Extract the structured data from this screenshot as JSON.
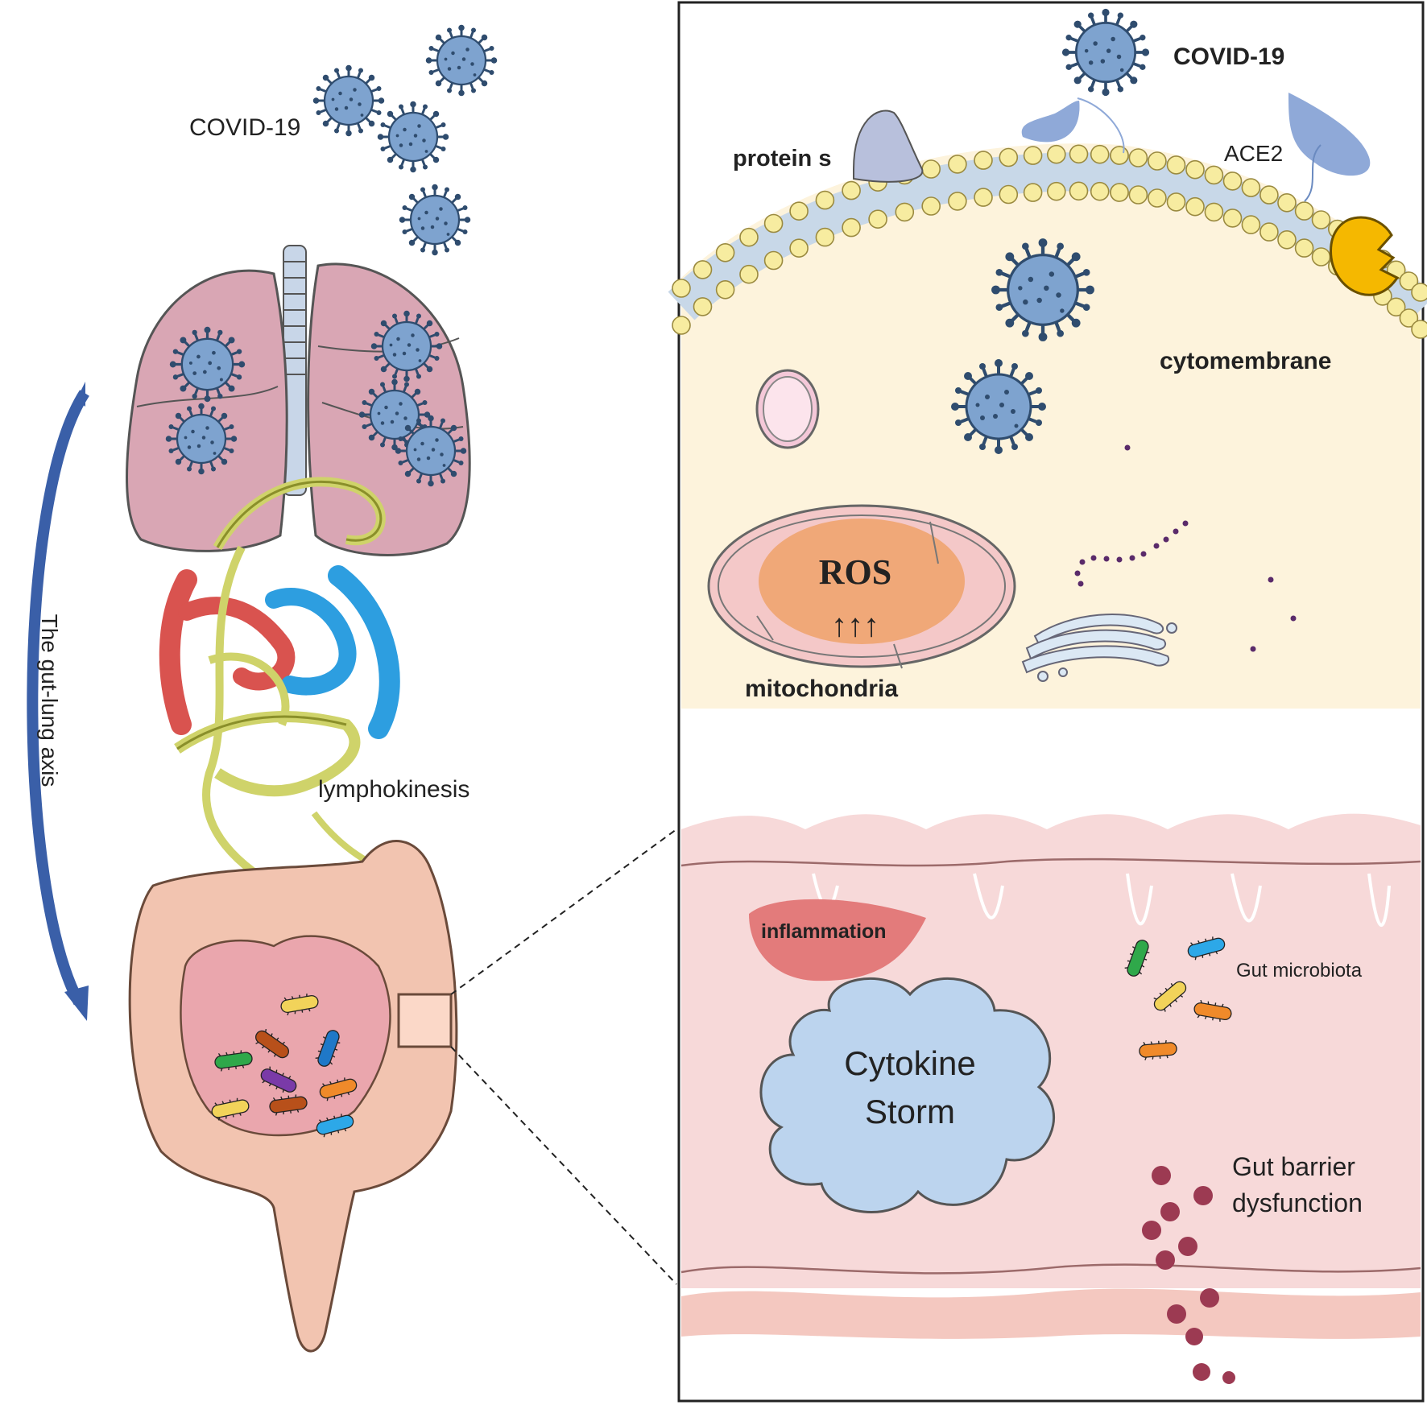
{
  "labels": {
    "covid_left": "COVID-19",
    "lymphokinesis": "lymphokinesis",
    "axis": "The gut-lung axis",
    "covid_right": "COVID-19",
    "protein_s": "protein s",
    "ace2": "ACE2",
    "cytomembrane": "cytomembrane",
    "ros": "ROS",
    "ros_arrows": "↑↑↑",
    "mitochondria": "mitochondria",
    "inflammation": "inflammation",
    "gut_microbiota": "Gut microbiota",
    "cytokine_line1": "Cytokine",
    "cytokine_line2": "Storm",
    "barrier_line1": "Gut barrier",
    "barrier_line2": "dysfunction"
  },
  "colors": {
    "virus": "#7ea3cf",
    "virus_stroke": "#2f4c6e",
    "lung": "#d9a6b4",
    "lymph": "#cfd36a",
    "artery": "#d9534f",
    "vein": "#2d9ee0",
    "intestine": "#f2c4b0",
    "cell_bg": "#fdf3dc",
    "membrane_bead": "#f7eca0",
    "ace2": "#8fa9d8",
    "gut_tissue": "#f7d9d9",
    "inflammation": "#e37b7b",
    "cytokine_cloud": "#bcd4ee",
    "ros_core": "#f0a878",
    "dot_purple": "#5a2a6a",
    "barrier_dot": "#9c3a52",
    "axis_arrow": "#3a5fa8"
  },
  "icons": [
    "virus-icon",
    "lung-icon",
    "lymph-network-icon",
    "intestine-icon",
    "bacteria-icon",
    "receptor-icon",
    "golgi-icon",
    "vesicle-icon",
    "curved-arrow-icon"
  ]
}
